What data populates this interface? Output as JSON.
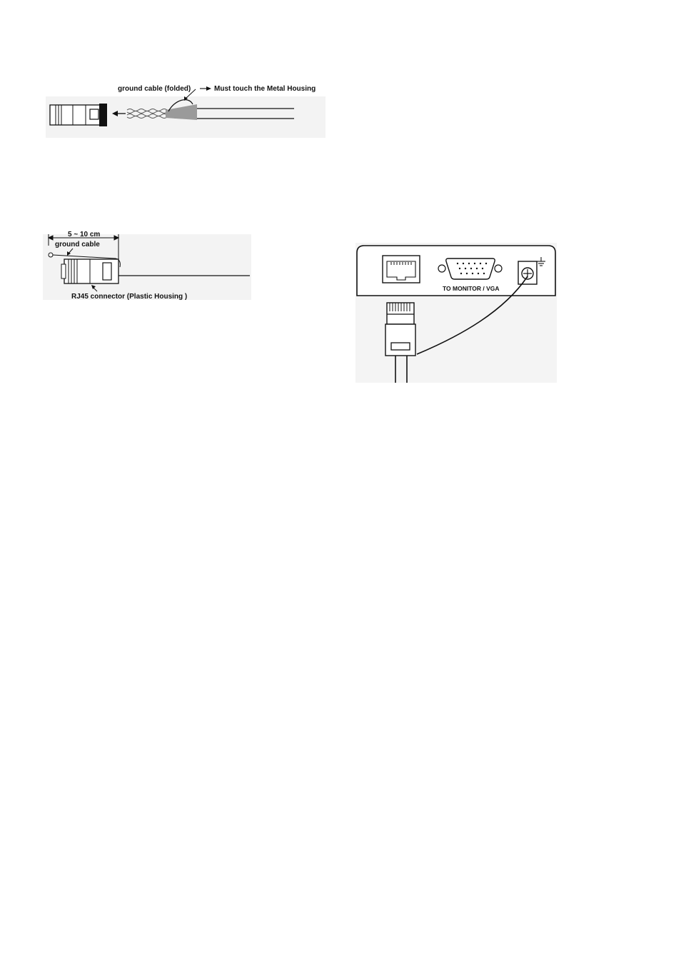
{
  "figure1": {
    "ground_label": "ground cable (folded)",
    "housing_label": "Must touch the Metal Housing"
  },
  "figure2": {
    "length_label": "5 ~ 10 cm",
    "ground_label": "ground cable",
    "connector_label": "RJ45 connector (Plastic Housing )"
  },
  "figure3": {
    "port_label": "TO  MONITOR / VGA"
  }
}
